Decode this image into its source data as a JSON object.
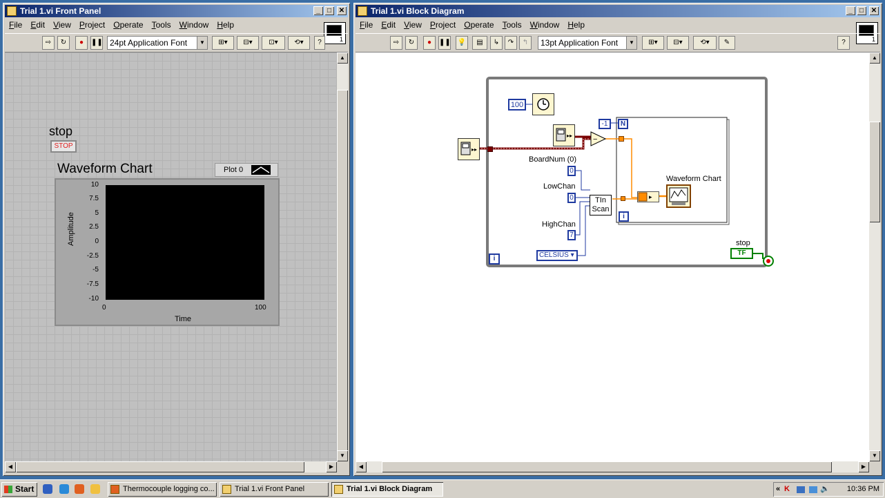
{
  "front_panel": {
    "title": "Trial 1.vi Front Panel",
    "menu": [
      "File",
      "Edit",
      "View",
      "Project",
      "Operate",
      "Tools",
      "Window",
      "Help"
    ],
    "font_select": "24pt Application Font",
    "stop_label": "stop",
    "stop_button_text": "STOP",
    "chart": {
      "title": "Waveform Chart",
      "legend_label": "Plot 0",
      "y_axis_label": "Amplitude",
      "x_axis_label": "Time",
      "y_ticks": [
        "10",
        "7.5",
        "5",
        "2.5",
        "0",
        "-2.5",
        "-5",
        "-7.5",
        "-10"
      ],
      "x_ticks": [
        "0",
        "100"
      ]
    }
  },
  "block_diagram": {
    "title": "Trial 1.vi Block Diagram",
    "menu": [
      "File",
      "Edit",
      "View",
      "Project",
      "Operate",
      "Tools",
      "Window",
      "Help"
    ],
    "font_select": "13pt Application Font",
    "wait_constant": "100",
    "n_constant": "-1",
    "n_terminal": "N",
    "iteration_terminal": "i",
    "boardnum_label": "BoardNum (0)",
    "boardnum_value": "0",
    "lowchan_label": "LowChan",
    "lowchan_value": "0",
    "highchan_label": "HighChan",
    "highchan_value": "7",
    "scale_value": "CELSIUS",
    "tin_scan_label": "TIn Scan",
    "chart_terminal_label": "Waveform Chart",
    "stop_terminal_label": "stop",
    "stop_terminal_text": "TF"
  },
  "taskbar": {
    "start": "Start",
    "tasks": [
      "Thermocouple logging co...",
      "Trial 1.vi Front Panel",
      "Trial 1.vi Block Diagram"
    ],
    "clock": "10:36 PM"
  }
}
